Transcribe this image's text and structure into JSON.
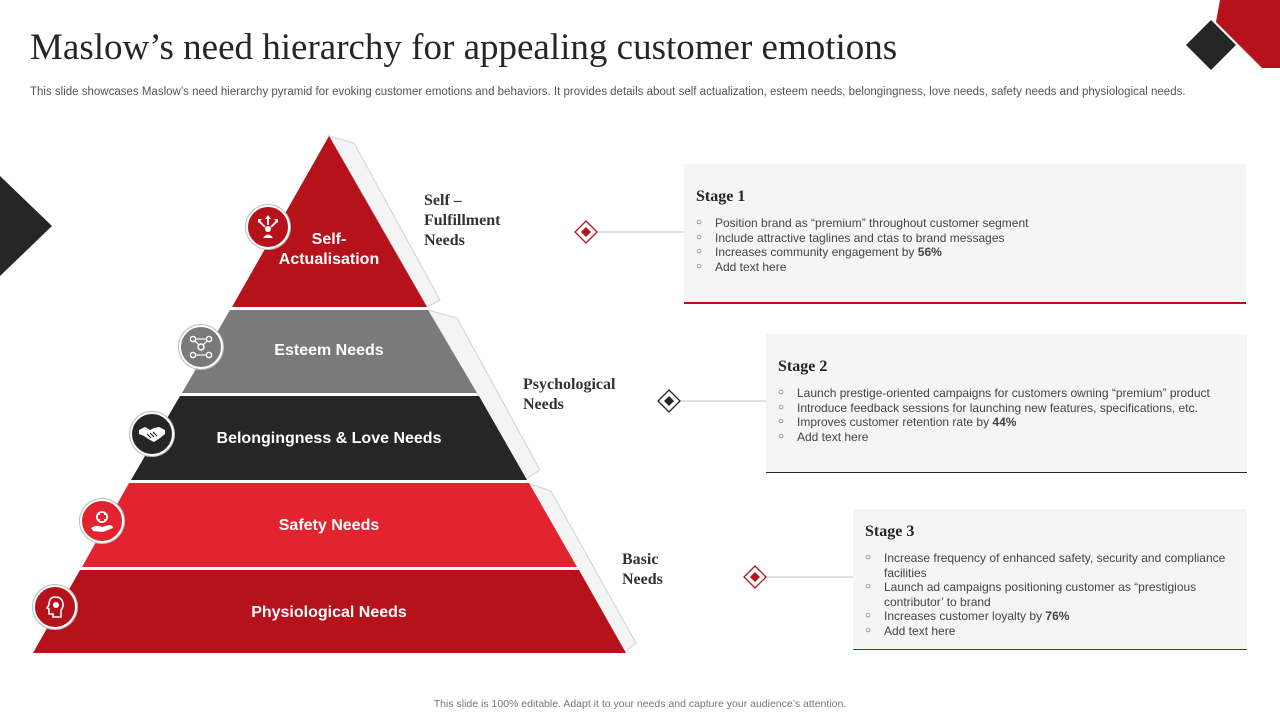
{
  "title": "Maslow’s need hierarchy for appealing customer emotions",
  "subtitle": "This slide showcases Maslow’s need hierarchy pyramid for evoking customer emotions and behaviors. It provides details about self actualization, esteem needs, belongingness, love needs, safety needs and physiological needs.",
  "pyramid": {
    "tiers": [
      {
        "line1": "Self-",
        "line2": "Actualisation",
        "icon": "hierarchy-icon",
        "color": "#b5121b"
      },
      {
        "label": "Esteem Needs",
        "icon": "network-icon",
        "color": "#7a7a7a"
      },
      {
        "label": "Belongingness & Love Needs",
        "icon": "handshake-icon",
        "color": "#262626"
      },
      {
        "label": "Safety Needs",
        "icon": "safety-hand-icon",
        "color": "#e3232f"
      },
      {
        "label": "Physiological Needs",
        "icon": "head-icon",
        "color": "#b5121b"
      }
    ]
  },
  "groups": [
    {
      "line1": "Self –",
      "line2": "Fulfillment",
      "line3": "Needs"
    },
    {
      "line1": "Psychological",
      "line2": "Needs"
    },
    {
      "line1": "Basic",
      "line2": "Needs"
    }
  ],
  "stages": [
    {
      "title": "Stage 1",
      "marker_color": "#b5121b",
      "items": [
        {
          "text": "Position brand as “premium” throughout customer segment"
        },
        {
          "text": "Include attractive taglines and ctas to brand messages"
        },
        {
          "text": "Increases community engagement by ",
          "bold": "56%"
        },
        {
          "text": "Add text here"
        }
      ]
    },
    {
      "title": "Stage 2",
      "marker_color": "#262626",
      "items": [
        {
          "text": "Launch prestige-oriented campaigns for customers owning “premium” product"
        },
        {
          "text": "Introduce feedback sessions for launching new features, specifications, etc."
        },
        {
          "text": "Improves customer retention rate by ",
          "bold": "44%"
        },
        {
          "text": "Add text here"
        }
      ]
    },
    {
      "title": "Stage 3",
      "marker_color": "#b5121b",
      "items": [
        {
          "text": "Increase frequency of enhanced safety, security and compliance facilities"
        },
        {
          "text": "Launch ad campaigns positioning customer as “prestigious contributor’ to brand"
        },
        {
          "text": "Increases customer loyalty by ",
          "bold": "76%"
        },
        {
          "text": "Add text here"
        }
      ]
    }
  ],
  "footer": "This slide is 100% editable. Adapt it to your needs and capture your audience’s attention."
}
